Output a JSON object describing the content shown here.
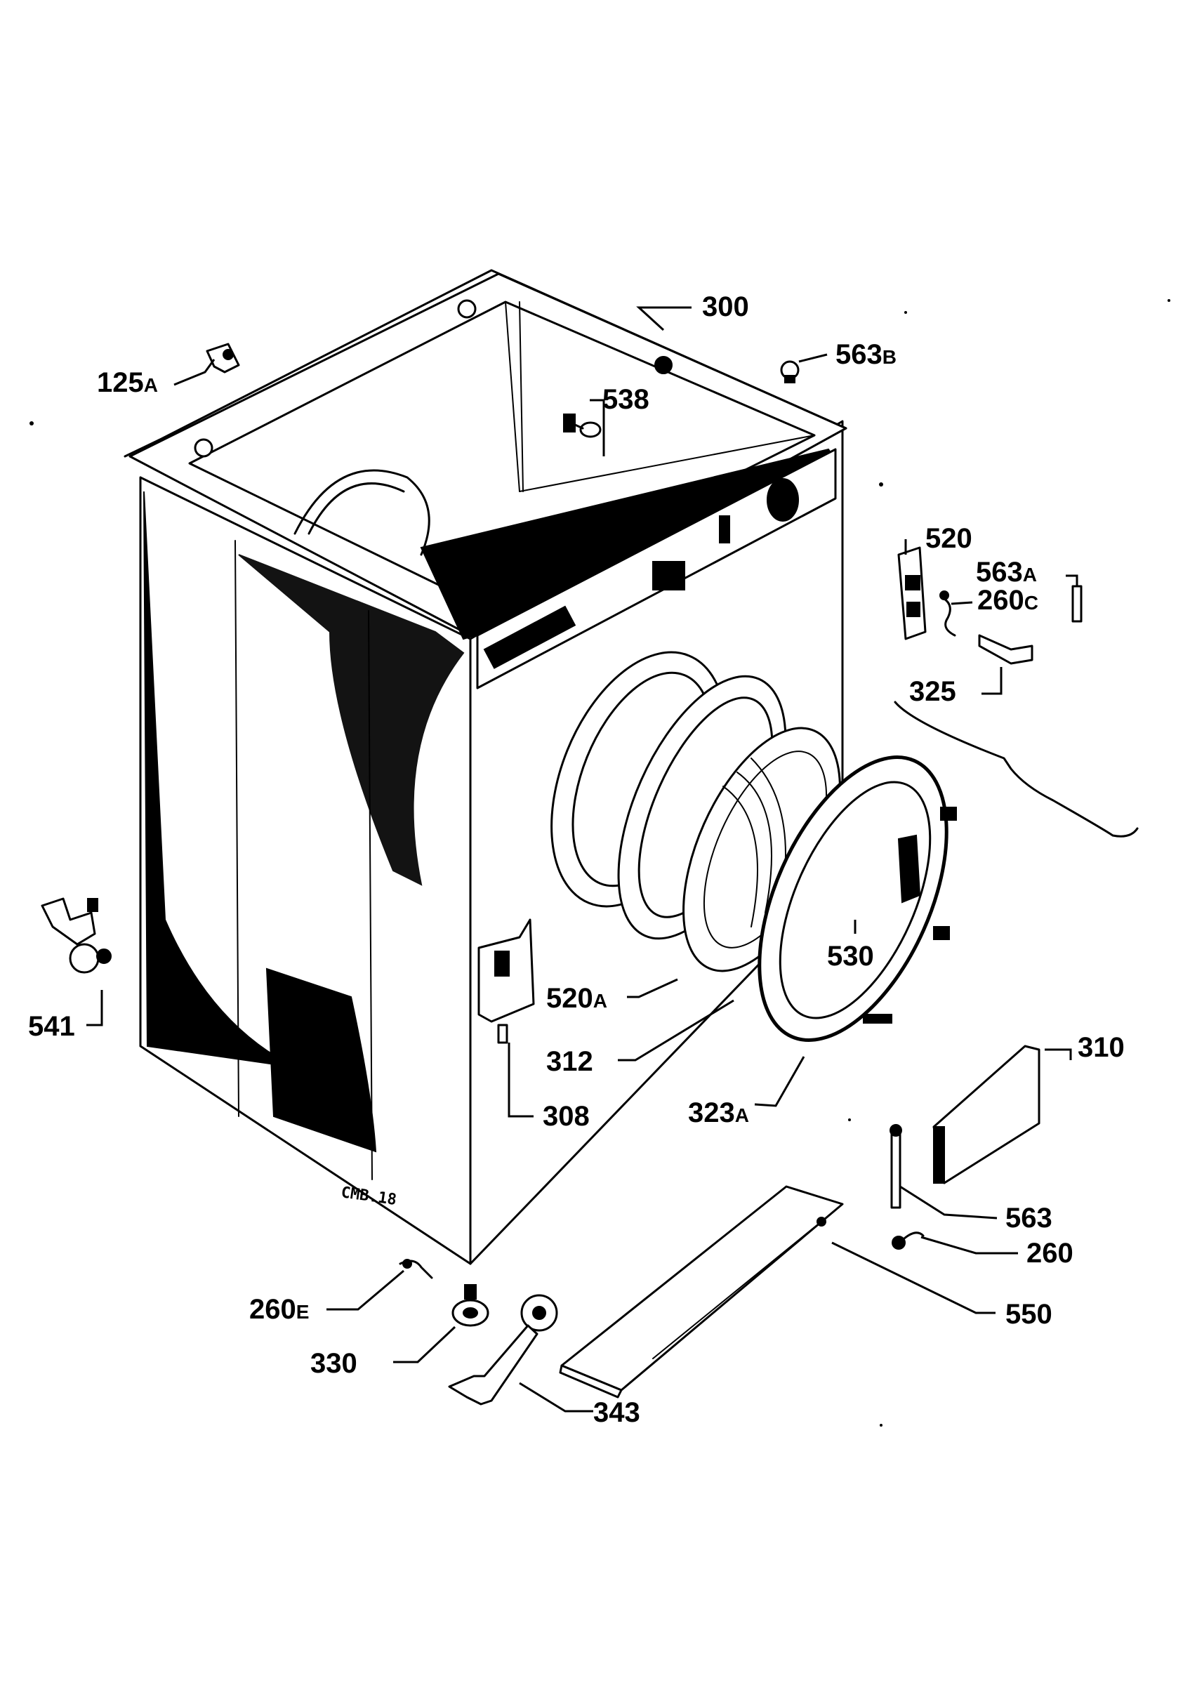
{
  "diagram": {
    "labels": {
      "l300": "300",
      "l563b_num": "563",
      "l563b_suf": "B",
      "l125a_num": "125",
      "l125a_suf": "A",
      "l538": "538",
      "l520": "520",
      "l563a_num": "563",
      "l563a_suf": "A",
      "l260c_num": "260",
      "l260c_suf": "C",
      "l325": "325",
      "l530": "530",
      "l520a_num": "520",
      "l520a_suf": "A",
      "l312": "312",
      "l310": "310",
      "l308": "308",
      "l323a_num": "323",
      "l323a_suf": "A",
      "l541": "541",
      "l563": "563",
      "l260": "260",
      "l550": "550",
      "l260e_num": "260",
      "l260e_suf": "E",
      "l330": "330",
      "l343": "343"
    },
    "stamp": "CMB.18"
  }
}
